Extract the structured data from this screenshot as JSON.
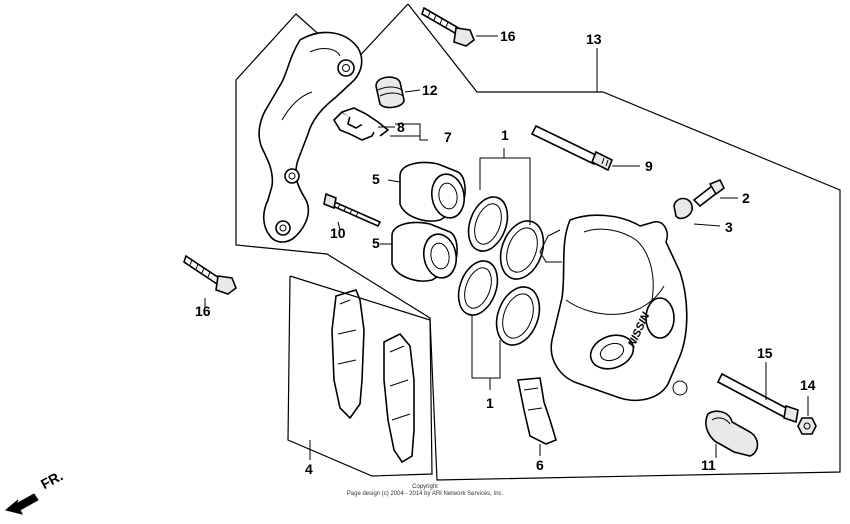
{
  "diagram": {
    "callouts": {
      "c1_top": "1",
      "c1_bottom": "1",
      "c2": "2",
      "c3": "3",
      "c4": "4",
      "c5_top": "5",
      "c5_bottom": "5",
      "c6": "6",
      "c7": "7",
      "c8": "8",
      "c9": "9",
      "c10": "10",
      "c11": "11",
      "c12": "12",
      "c13": "13",
      "c14": "14",
      "c15": "15",
      "c16_top": "16",
      "c16_left": "16"
    },
    "caliper_marking": "NISSIN",
    "direction_label": "FR.",
    "copyright_line1": "Copyright",
    "copyright_line2": "Page design (c) 2004 - 2014 by ARI Network Services, Inc."
  }
}
